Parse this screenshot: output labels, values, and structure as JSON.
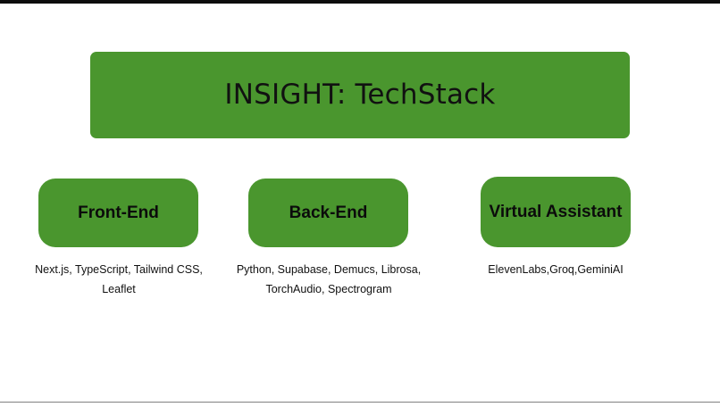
{
  "slide": {
    "background_color": "#ffffff",
    "accent_color": "#4A962E",
    "text_color": "#111111",
    "top_bar_color": "#0d0d0d",
    "rule_color": "#808080",
    "title": "INSIGHT: TechStack"
  },
  "columns": [
    {
      "id": "front-end",
      "label": "Front-End",
      "caption": "Next.js, TypeScript, Tailwind CSS, Leaflet"
    },
    {
      "id": "back-end",
      "label": "Back-End",
      "caption": "Python, Supabase, Demucs, Librosa, TorchAudio, Spectrogram"
    },
    {
      "id": "virtual-assistant",
      "label": "Virtual Assistant",
      "caption": "ElevenLabs,Groq,GeminiAI"
    }
  ]
}
